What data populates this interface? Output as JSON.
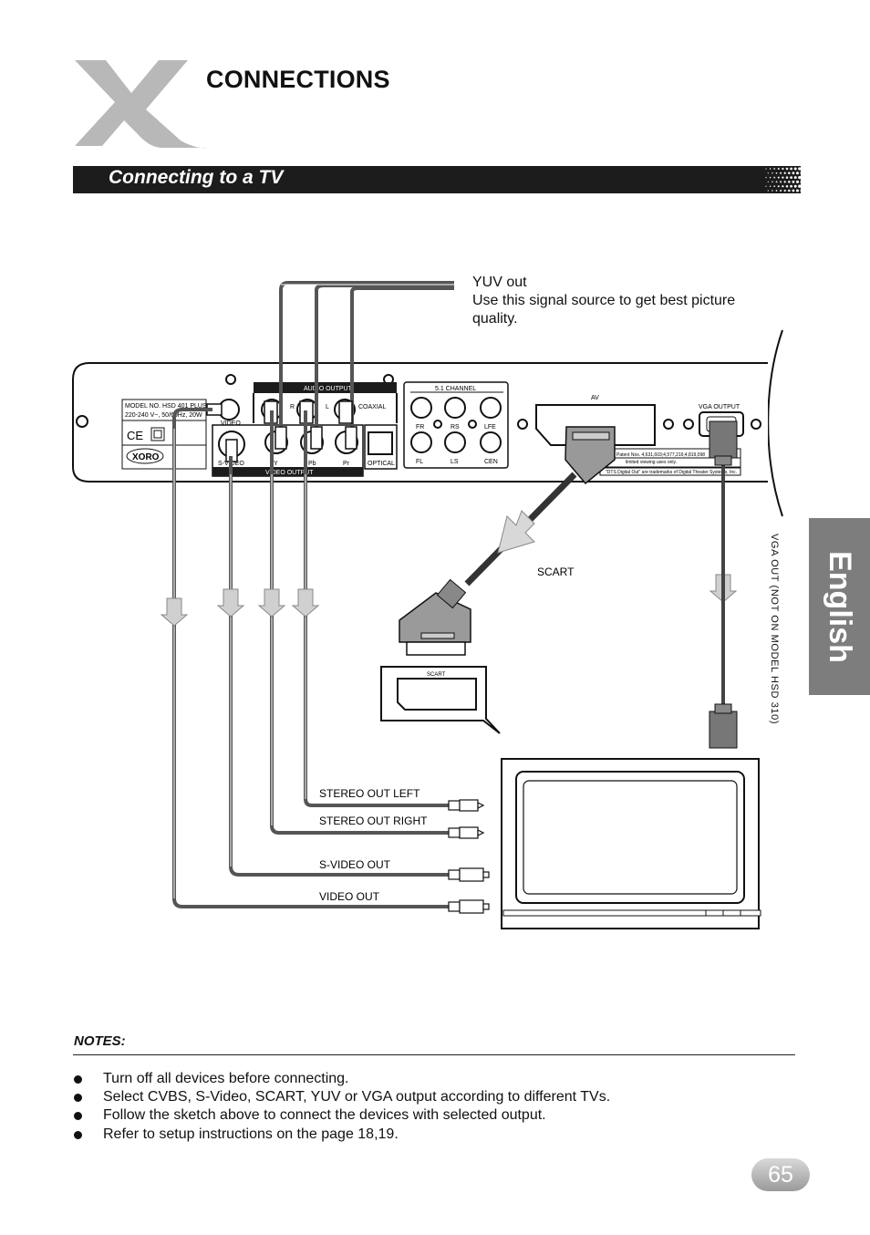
{
  "header": {
    "title": "CONNECTIONS"
  },
  "section": {
    "title": "Connecting to a TV"
  },
  "sidebar": {
    "language": "English"
  },
  "diagram": {
    "yuv_title": "YUV out",
    "yuv_desc": "Use this signal source to get best picture quality.",
    "panel": {
      "model_line1": "MODEL NO. HSD 401 PLUS",
      "model_line2": "220-240  V~, 50/60Hz, 20W",
      "brand": "XORO",
      "audio_output": "AUDIO OUTPUT",
      "video_output": "VIDEO OUTPUT",
      "channel": "5.1 CHANNEL",
      "coaxial": "COAXIAL",
      "optical": "OPTICAL",
      "video": "VIDEO",
      "s_video": "S-VIDEO",
      "r": "R",
      "l": "L",
      "y": "Y",
      "pb": "Pb",
      "pr": "Pr",
      "fr": "FR",
      "rs": "RS",
      "lfe": "LFE",
      "fl": "FL",
      "ls": "LS",
      "cen": "CEN",
      "av": "AV",
      "vga_output": "VGA OUTPUT",
      "patent_text": "Patent Nos. 4,631,603;4,577,216;4,819,098",
      "licence_text": "limited viewing uses only.",
      "dts_text": "\"DTS Digital Out\" are trademarks of Digital Theater Systems, Inc."
    },
    "scart_label": "SCART",
    "scart_socket_label": "SCART",
    "vga_note": "VGA  OUT (NOT ON MODEL HSD 310)",
    "stereo_left": "STEREO OUT LEFT",
    "stereo_right": "STEREO OUT RIGHT",
    "s_video_out": "S-VIDEO OUT",
    "video_out": "VIDEO OUT"
  },
  "notes": {
    "title": "NOTES:",
    "items": [
      "Turn off all devices before connecting.",
      "Select CVBS, S-Video, SCART, YUV  or VGA output according to different TVs.",
      "Follow the sketch above to connect the devices with selected output.",
      "Refer to setup instructions on the page 18,19."
    ]
  },
  "footer": {
    "page_number": "65"
  }
}
